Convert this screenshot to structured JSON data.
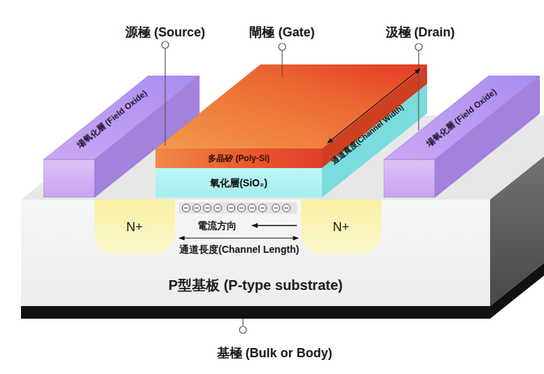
{
  "diagram": {
    "nodes": [
      {
        "text": [
          "P型基板 (P-type substrate)"
        ]
      },
      {
        "text": [
          "場氧化層 (Field Oxide)"
        ]
      },
      {
        "text": [
          "多晶矽 (Poly-Si)"
        ]
      },
      {
        "text": [
          "氧化層(SiO₂)"
        ]
      },
      {
        "text": [
          "場氧化層 (Field Oxide)"
        ]
      },
      {
        "text": [
          "N+"
        ],
        "in": 0
      },
      {
        "text": [
          "N+"
        ],
        "in": 0
      }
    ],
    "labels": [
      "源極 (Source)",
      "閘極 (Gate)",
      "汲極 (Drain)",
      "通道寬度(Channel Width)",
      "電流方向",
      "通道長度(Channel Length)",
      "基極 (Bulk or Body)"
    ]
  }
}
